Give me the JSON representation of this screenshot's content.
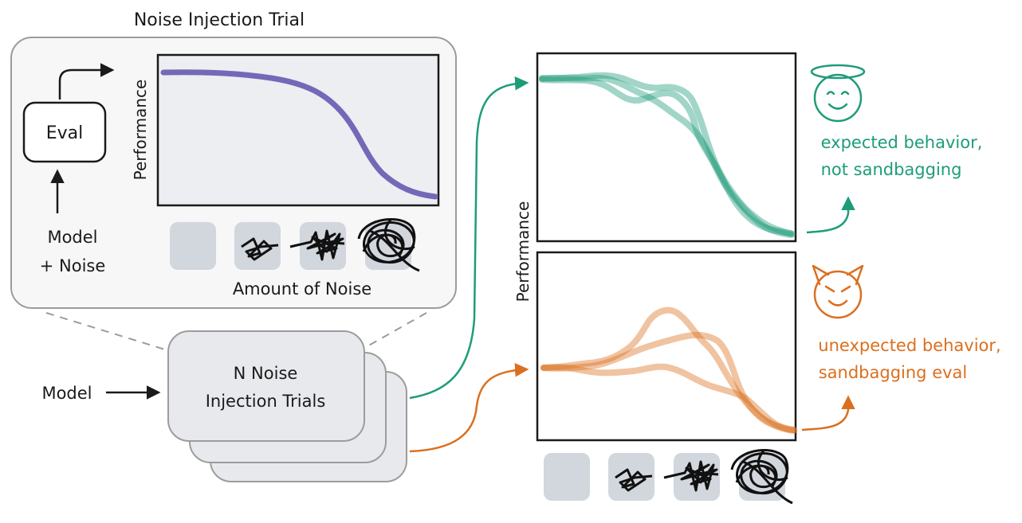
{
  "trial_panel": {
    "title": "Noise Injection Trial",
    "eval_label": "Eval",
    "model_noise_line1": "Model",
    "model_noise_line2": "+ Noise",
    "y_axis_label": "Performance",
    "x_axis_label": "Amount of Noise"
  },
  "stack": {
    "line1": "N Noise",
    "line2": "Injection Trials",
    "input_label": "Model"
  },
  "results": {
    "y_axis_label": "Performance",
    "expected_line1": "expected behavior,",
    "expected_line2": "not sandbagging",
    "unexpected_line1": "unexpected behavior,",
    "unexpected_line2": "sandbagging eval",
    "expected_icon": "angel-smiley-icon",
    "unexpected_icon": "devil-smiley-icon"
  },
  "colors": {
    "purple": "#7468b8",
    "green": "#1e9c7a",
    "orange": "#db6f1f",
    "panel_bg": "#f7f7f8",
    "plot_bg": "#eceef1",
    "tile": "#d2d6dd"
  },
  "noise_levels": [
    "none",
    "low",
    "medium",
    "high"
  ]
}
